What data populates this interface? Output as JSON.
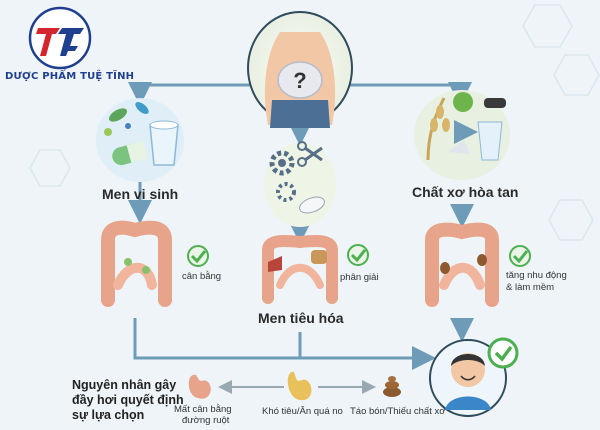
{
  "brand": {
    "name": "DƯỢC PHẨM TUỆ TĨNH",
    "logo_letters": "TT"
  },
  "center": {
    "question_mark": "?"
  },
  "branches": {
    "probiotic": {
      "title": "Men vi sinh",
      "effect": "cân bằng"
    },
    "enzyme": {
      "title": "Men tiêu hóa",
      "effect": "phân giải"
    },
    "fiber": {
      "title": "Chất xơ hòa tan",
      "effect_line1": "tăng nhu động",
      "effect_line2": "& làm mềm"
    }
  },
  "causes": {
    "heading": "Nguyên nhân gây đầy hơi quyết định sự lựa chọn",
    "items": [
      {
        "label_line1": "Mất cân bằng",
        "label_line2": "đường ruột"
      },
      {
        "label_line1": "Khó tiêu/Ăn quá no",
        "label_line2": ""
      },
      {
        "label_line1": "Táo bón/Thiếu chất xơ",
        "label_line2": ""
      }
    ]
  },
  "colors": {
    "arrow": "#6d9bb8",
    "check": "#4caf50",
    "gut": "#e7a48a",
    "background": "#eef4f7",
    "brand_blue": "#1f3f8f",
    "brand_red": "#d4262f"
  },
  "icons": [
    "logo",
    "bloated-person-icon",
    "probiotic-icon",
    "gear-scissors-icon",
    "fiber-foods-icon",
    "intestine-icon",
    "check-icon",
    "happy-person-icon",
    "stomach-icon",
    "poop-icon"
  ]
}
